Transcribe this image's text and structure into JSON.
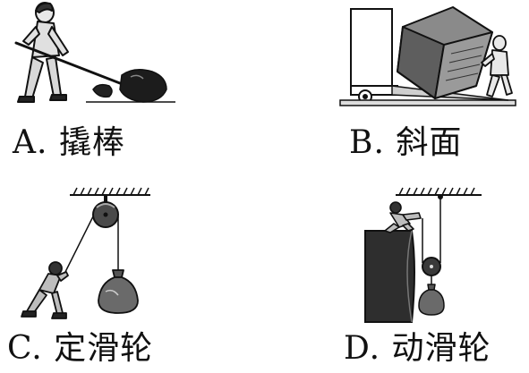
{
  "panels": {
    "a": {
      "caption": "A. 撬棒"
    },
    "b": {
      "caption": "B. 斜面"
    },
    "c": {
      "caption": "C. 定滑轮"
    },
    "d": {
      "caption": "D. 动滑轮"
    }
  }
}
